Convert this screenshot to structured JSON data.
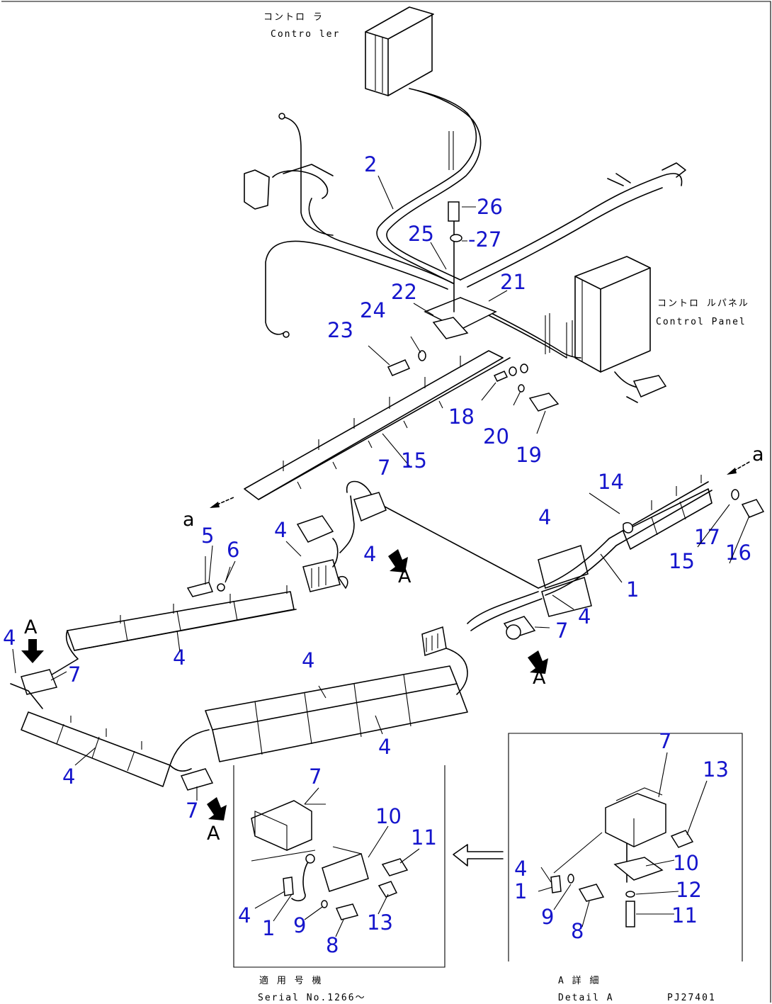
{
  "labels": {
    "controller_jp": "コントロ ラ",
    "controller_en": "Contro ler",
    "control_panel_jp": "コントロ ルパネル",
    "control_panel_en": "Control Panel",
    "serial_jp": "適 用 号 機",
    "serial_en": "Serial No.1266〜",
    "detail_jp": "A 詳 細",
    "detail_en": "Detail A",
    "drawing_no": "PJ27401",
    "view_letter": "A",
    "connector_letter": "a"
  },
  "callouts": [
    {
      "id": "c-2",
      "text": "2"
    },
    {
      "id": "c-26",
      "text": "26"
    },
    {
      "id": "c-25",
      "text": "25"
    },
    {
      "id": "c-27",
      "text": "-27"
    },
    {
      "id": "c-21",
      "text": "21"
    },
    {
      "id": "c-22",
      "text": "22"
    },
    {
      "id": "c-24",
      "text": "24"
    },
    {
      "id": "c-23",
      "text": "23"
    },
    {
      "id": "c-18",
      "text": "18"
    },
    {
      "id": "c-20",
      "text": "20"
    },
    {
      "id": "c-19",
      "text": "19"
    },
    {
      "id": "c-15a",
      "text": "15"
    },
    {
      "id": "c-7a",
      "text": "7"
    },
    {
      "id": "c-14",
      "text": "14"
    },
    {
      "id": "c-5",
      "text": "5"
    },
    {
      "id": "c-6",
      "text": "6"
    },
    {
      "id": "c-4a",
      "text": "4"
    },
    {
      "id": "c-4b",
      "text": "4"
    },
    {
      "id": "c-4c",
      "text": "4"
    },
    {
      "id": "c-17",
      "text": "17"
    },
    {
      "id": "c-16",
      "text": "16"
    },
    {
      "id": "c-15b",
      "text": "15"
    },
    {
      "id": "c-1a",
      "text": "1"
    },
    {
      "id": "c-4d",
      "text": "4"
    },
    {
      "id": "c-7b",
      "text": "7"
    },
    {
      "id": "c-4e",
      "text": "4"
    },
    {
      "id": "c-4f",
      "text": "4"
    },
    {
      "id": "c-7c",
      "text": "7"
    },
    {
      "id": "c-4g",
      "text": "4"
    },
    {
      "id": "c-4h",
      "text": "4"
    },
    {
      "id": "c-4i",
      "text": "4"
    },
    {
      "id": "c-7d",
      "text": "7"
    },
    {
      "id": "c-7e",
      "text": "7"
    },
    {
      "id": "c-10a",
      "text": "10"
    },
    {
      "id": "c-11a",
      "text": "11"
    },
    {
      "id": "c-4j",
      "text": "4"
    },
    {
      "id": "c-1b",
      "text": "1"
    },
    {
      "id": "c-9a",
      "text": "9"
    },
    {
      "id": "c-13a",
      "text": "13"
    },
    {
      "id": "c-8a",
      "text": "8"
    },
    {
      "id": "c-7f",
      "text": "7"
    },
    {
      "id": "c-13b",
      "text": "13"
    },
    {
      "id": "c-10b",
      "text": "10"
    },
    {
      "id": "c-4k",
      "text": "4"
    },
    {
      "id": "c-1c",
      "text": "1"
    },
    {
      "id": "c-12",
      "text": "12"
    },
    {
      "id": "c-9b",
      "text": "9"
    },
    {
      "id": "c-11b",
      "text": "11"
    },
    {
      "id": "c-8b",
      "text": "8"
    }
  ]
}
